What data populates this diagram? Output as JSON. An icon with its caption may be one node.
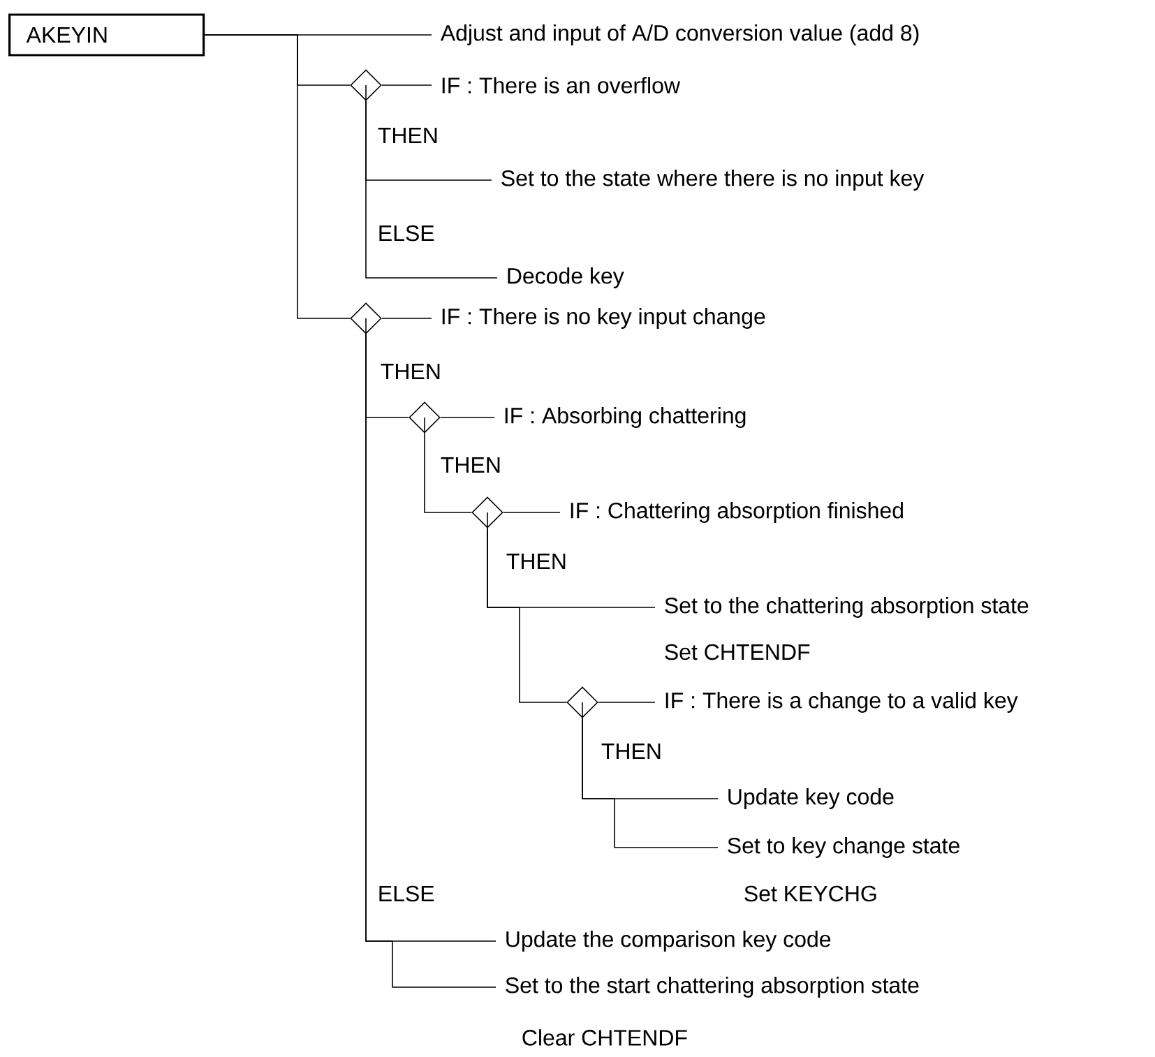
{
  "diagram": {
    "nodes": [
      {
        "text": [
          "AKEYIN"
        ]
      },
      {
        "text": [
          "Adjust and input of A/D conversion value (add 8)"
        ]
      },
      {
        "text": [],
        "shape": "diamond"
      },
      {
        "text": [
          "IF : There is an overflow"
        ]
      },
      {
        "text": [
          "Set to the state where there is no input key"
        ]
      },
      {
        "text": [
          "Decode key"
        ]
      },
      {
        "text": [],
        "shape": "diamond"
      },
      {
        "text": [
          "IF : There is no key input change"
        ]
      },
      {
        "text": [],
        "shape": "diamond"
      },
      {
        "text": [
          "IF : Absorbing chattering"
        ]
      },
      {
        "text": [],
        "shape": "diamond"
      },
      {
        "text": [
          "IF : Chattering absorption finished"
        ]
      },
      {
        "text": [
          "Set to the chattering absorption state"
        ],
        "beside": [
          "Set CHTENDF"
        ]
      },
      {
        "text": [],
        "shape": "diamond"
      },
      {
        "text": [
          "IF : There is a change to a valid key"
        ]
      },
      {
        "text": [
          "Update key code"
        ]
      },
      {
        "text": [
          "Set to key change state"
        ],
        "beside": [
          "Set KEYCHG"
        ]
      },
      {
        "text": [
          "Update the comparison key code"
        ]
      },
      {
        "text": [
          "Set to the start chattering absorption state"
        ],
        "beside": [
          "Clear  CHTENDF"
        ]
      }
    ],
    "edges": [
      {
        "from": 0,
        "to": 1,
        "arrow": "none"
      },
      {
        "from": 0,
        "to": 2,
        "arrow": "none"
      },
      {
        "from": 0,
        "to": 6,
        "arrow": "none"
      },
      {
        "from": 2,
        "to": 3,
        "arrow": "none"
      },
      {
        "from": 2,
        "to": 4,
        "arrow": "none"
      },
      {
        "from": 2,
        "to": 5,
        "arrow": "none"
      },
      {
        "from": 6,
        "to": 7,
        "arrow": "none"
      },
      {
        "from": 6,
        "to": 8,
        "arrow": "none"
      },
      {
        "from": 6,
        "to": 17,
        "arrow": "none"
      },
      {
        "from": 6,
        "to": 18,
        "arrow": "none"
      },
      {
        "from": 8,
        "to": 9,
        "arrow": "none"
      },
      {
        "from": 8,
        "to": 10,
        "arrow": "none"
      },
      {
        "from": 10,
        "to": 11,
        "arrow": "none"
      },
      {
        "from": 10,
        "to": 12,
        "arrow": "none"
      },
      {
        "from": 10,
        "to": 13,
        "arrow": "none"
      },
      {
        "from": 13,
        "to": 14,
        "arrow": "none"
      },
      {
        "from": 13,
        "to": 15,
        "arrow": "none"
      },
      {
        "from": 13,
        "to": 16,
        "arrow": "none"
      }
    ],
    "labels": [
      "THEN",
      "ELSE",
      "THEN",
      "THEN",
      "THEN",
      "THEN",
      "ELSE"
    ]
  }
}
